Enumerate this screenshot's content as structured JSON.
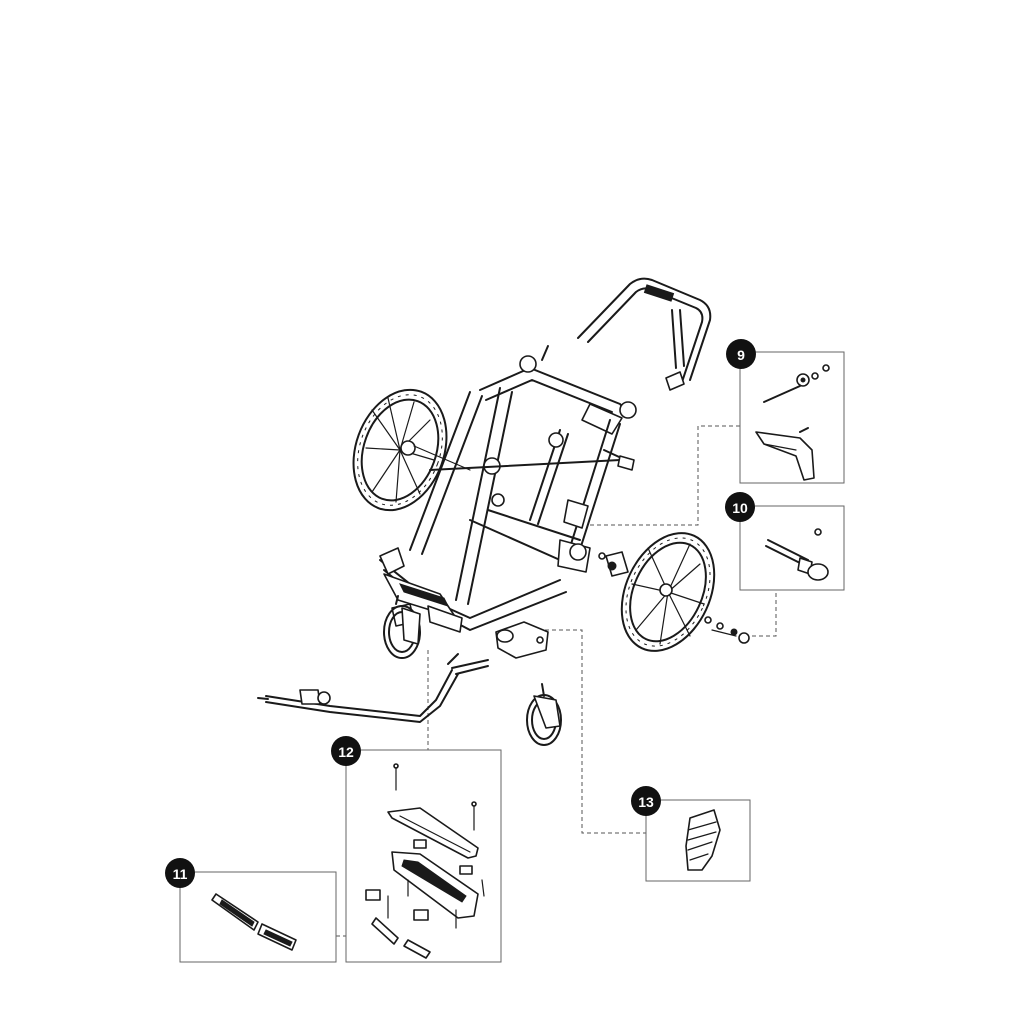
{
  "callouts": [
    {
      "id": "callout-9",
      "label": "9"
    },
    {
      "id": "callout-10",
      "label": "10"
    },
    {
      "id": "callout-11",
      "label": "11"
    },
    {
      "id": "callout-12",
      "label": "12"
    },
    {
      "id": "callout-13",
      "label": "13"
    }
  ],
  "colors": {
    "line": "#1a1a1a",
    "badge": "#111111",
    "badge_text": "#ffffff",
    "box_border": "#666666",
    "background": "#ffffff"
  }
}
